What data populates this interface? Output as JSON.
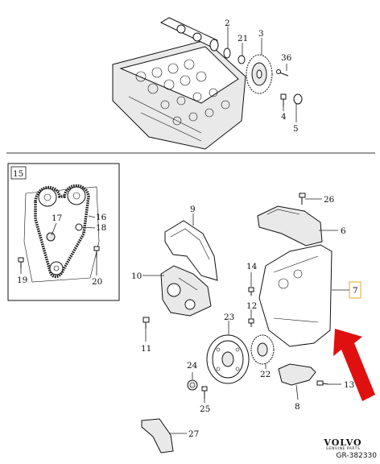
{
  "callouts": {
    "c2": "2",
    "c21": "21",
    "c3": "3",
    "c36": "36",
    "c4": "4",
    "c5": "5",
    "c15": "15",
    "c17": "17",
    "c16": "16",
    "c18": "18",
    "c19": "19",
    "c20": "20",
    "c9": "9",
    "c26": "26",
    "c6": "6",
    "c10": "10",
    "c14": "14",
    "c7": "7",
    "c12": "12",
    "c11": "11",
    "c23": "23",
    "c24": "24",
    "c22": "22",
    "c13": "13",
    "c25": "25",
    "c8": "8",
    "c27": "27"
  },
  "brand": {
    "logo": "VOLVO",
    "sub": "GENUINE PARTS"
  },
  "reference": "GR-382330",
  "colors": {
    "highlight_box": "#e8b84a",
    "arrow": "#e01010",
    "ink": "#111111"
  }
}
